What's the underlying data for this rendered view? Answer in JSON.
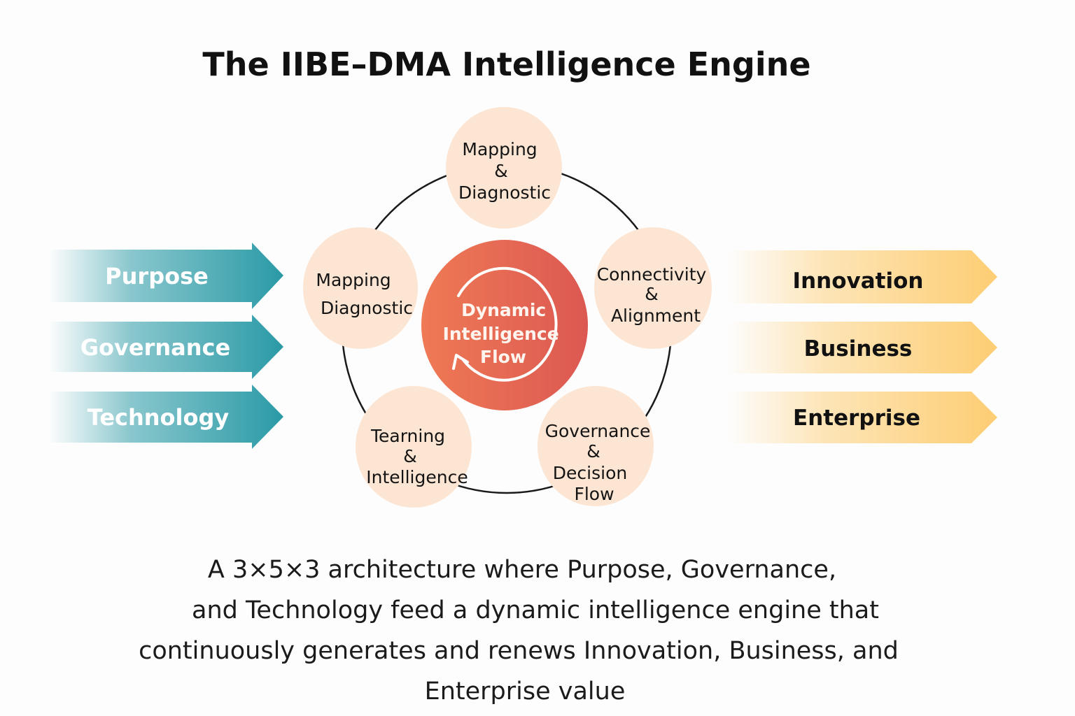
{
  "title": "The IIBE–DMA Intelligence Engine",
  "center": {
    "lines": [
      "Dynamic",
      "Intelligence",
      "Flow"
    ],
    "icon": "refresh-cycle-icon"
  },
  "nodes": [
    {
      "lines": [
        "Mapping",
        "&",
        "Diagnostic"
      ]
    },
    {
      "lines": [
        "Connectivity",
        "&",
        "Alignment"
      ]
    },
    {
      "lines": [
        "Governance",
        "&",
        "Decision",
        "Flow"
      ]
    },
    {
      "lines": [
        "Tearning",
        "&",
        "Intelligence"
      ]
    },
    {
      "lines": [
        "Mapping",
        "Diagnostic"
      ]
    }
  ],
  "inputs": [
    "Purpose",
    "Governance",
    "Technology"
  ],
  "outputs": [
    "Innovation",
    "Business",
    "Enterprise"
  ],
  "caption": [
    "A 3×5×3 architecture where Purpose, Governance,",
    "and Technology feed a dynamic intelligence engine that",
    "continuously generates and renews Innovation, Business, and",
    "Enterprise value"
  ],
  "colors": {
    "input": "#2a9aa6",
    "output": "#fdcd73",
    "node": "#fde5d3",
    "center_start": "#ef7a55",
    "center_end": "#dc5852"
  }
}
